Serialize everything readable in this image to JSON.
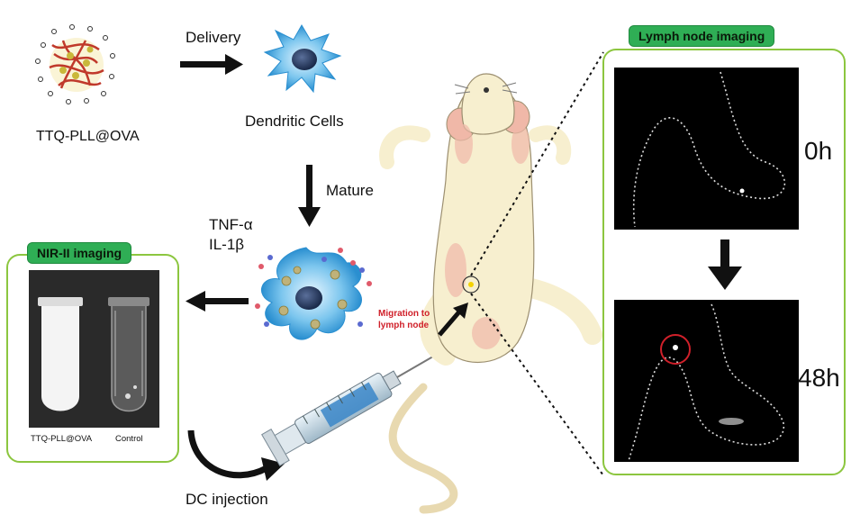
{
  "labels": {
    "nanoparticle": "TTQ-PLL@OVA",
    "delivery": "Delivery",
    "dendritic_cells": "Dendritic Cells",
    "mature": "Mature",
    "cytokine_1": "TNF-α",
    "cytokine_2": "IL-1β",
    "nir_title": "NIR-II imaging",
    "tube_left": "TTQ-PLL@OVA",
    "tube_right": "Control",
    "dc_injection": "DC injection",
    "migration_1": "Migration to",
    "migration_2": "lymph node",
    "lymph_title": "Lymph node imaging",
    "time_0": "0h",
    "time_48": "48h"
  },
  "colors": {
    "panel_border": "#8cc63f",
    "label_fill": "#2fae55",
    "cell_blue": "#3aa0dc",
    "migration_red": "#d0202a",
    "mouse_body": "#f7efcf",
    "mouse_pink": "#f0b8a8"
  }
}
